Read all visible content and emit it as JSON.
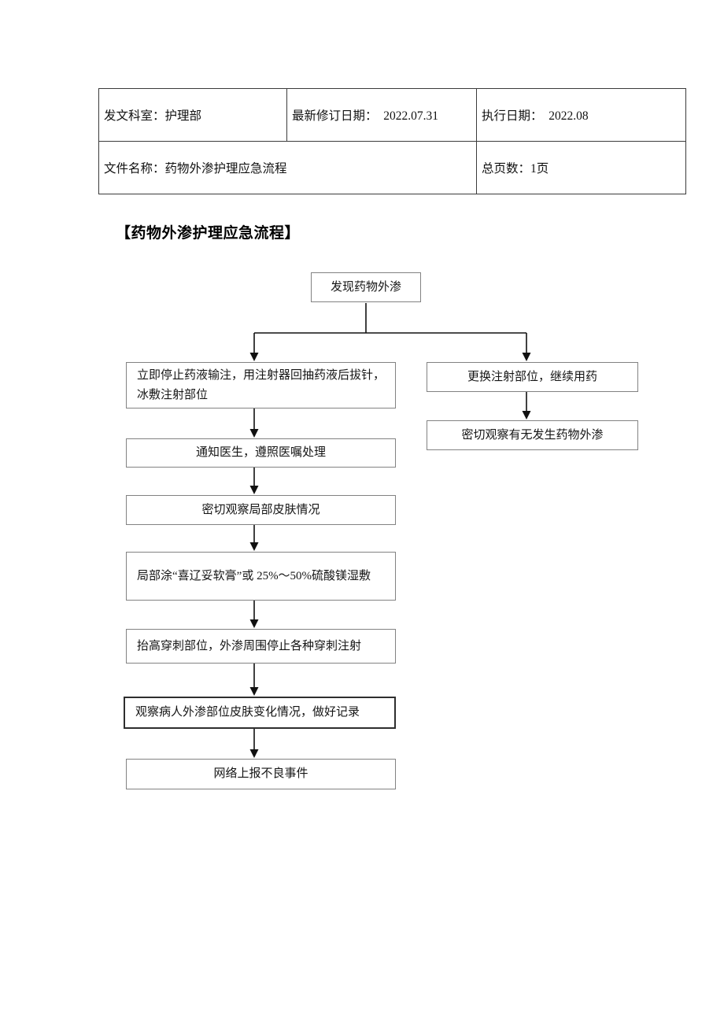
{
  "header_table": {
    "row1": {
      "dept": "发文科室：护理部",
      "revision_date": "最新修订日期：　2022.07.31",
      "exec_date": "执行日期：　2022.08"
    },
    "row2": {
      "file_name": "文件名称：药物外渗护理应急流程",
      "total_pages": "总页数：1页"
    }
  },
  "section_title": "【药物外渗护理应急流程】",
  "flowchart": {
    "nodes": {
      "start": "发现药物外渗",
      "left1": "立即停止药液输注，用注射器回抽药液后拔针，冰敷注射部位",
      "left2": "通知医生，遵照医嘱处理",
      "left3": "密切观察局部皮肤情况",
      "left4": "局部涂“喜辽妥软膏”或 25%～50%硫酸镁湿敷",
      "left5": "抬高穿刺部位，外渗周围停止各种穿刺注射",
      "left6": "观察病人外渗部位皮肤变化情况，做好记录",
      "left7": "网络上报不良事件",
      "right1": "更换注射部位，继续用药",
      "right2": "密切观察有无发生药物外渗"
    },
    "colors": {
      "box_border": "#828282",
      "emphasis_border": "#2e2e2e",
      "arrow": "#111111",
      "table_border": "#3b3b3b"
    }
  }
}
